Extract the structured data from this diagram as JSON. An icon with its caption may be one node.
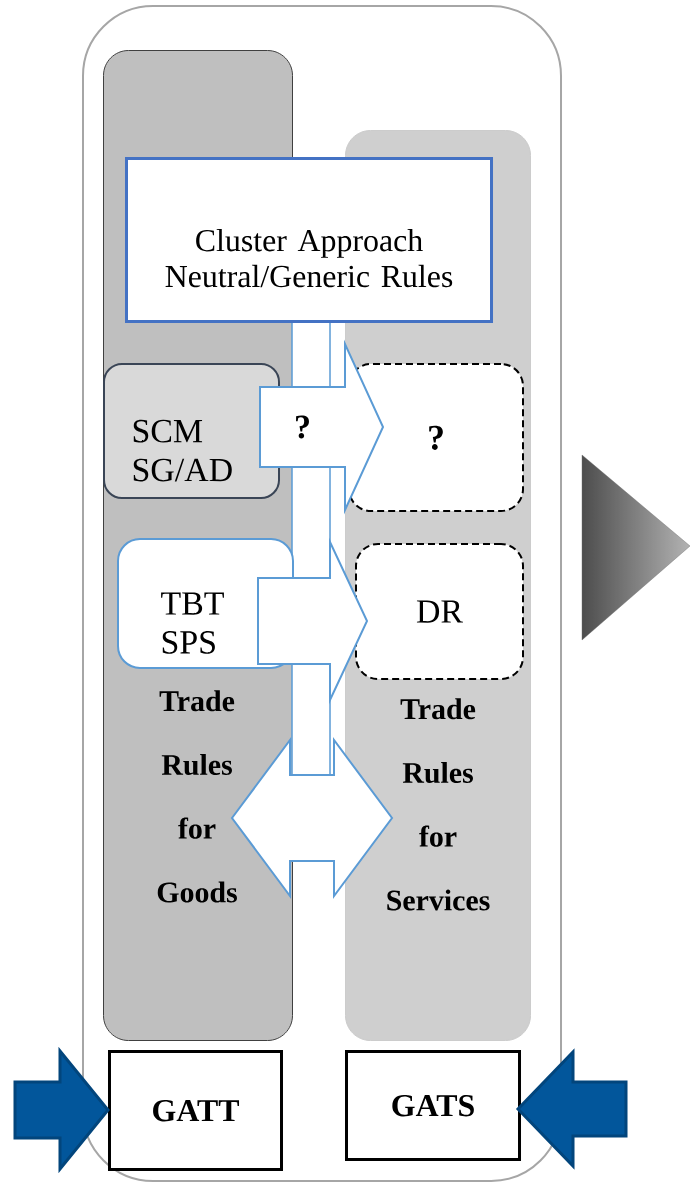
{
  "diagram": {
    "nodes": [
      {
        "text": [],
        "shape": "box"
      },
      {
        "text": [
          "Trade Rules for Goods"
        ],
        "in": 0
      },
      {
        "text": [
          "Trade Rules for Services"
        ],
        "in": 0
      },
      {
        "text": [
          "Cluster Approach Neutral/Generic Rules"
        ],
        "in": 0
      },
      {
        "text": [
          "SCM SG/AD"
        ],
        "in": 1
      },
      {
        "text": [
          "TBT SPS"
        ],
        "in": 1
      },
      {
        "text": [
          "?"
        ],
        "in": 2
      },
      {
        "text": [
          "DR"
        ],
        "in": 2
      },
      {
        "text": [
          "GATT"
        ],
        "in": 0
      },
      {
        "text": [
          "GATS"
        ],
        "in": 0
      }
    ],
    "edges": [
      {
        "from": 4,
        "to": 6,
        "arrow": "to",
        "label": "?"
      },
      {
        "from": 5,
        "to": 7,
        "arrow": "to"
      },
      {
        "from": 1,
        "to": 2,
        "arrow": "both"
      },
      {
        "from": null,
        "to": 8,
        "arrow": "to",
        "color": "#02569b"
      },
      {
        "from": null,
        "to": 9,
        "arrow": "to",
        "color": "#02569b"
      }
    ]
  }
}
